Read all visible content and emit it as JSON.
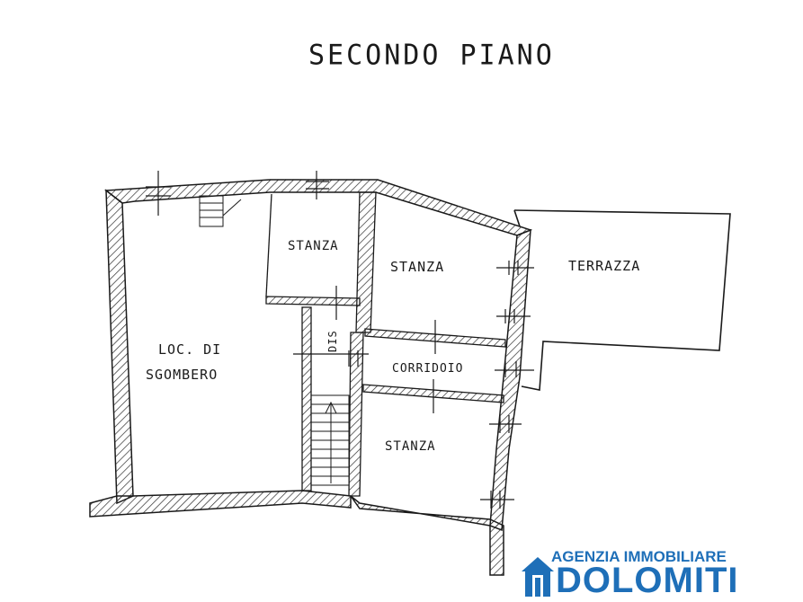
{
  "title": "SECONDO PIANO",
  "rooms": {
    "loc_sgombero_line1": "LOC. DI",
    "loc_sgombero_line2": "SGOMBERO",
    "stanza_small": "STANZA",
    "stanza_top": "STANZA",
    "terrazza": "TERRAZZA",
    "corridoio": "CORRIDOIO",
    "dis": "DIS",
    "stanza_bottom": "STANZA"
  },
  "logo": {
    "line1": "AGENZIA IMMOBILIARE",
    "line2": "DOLOMITI",
    "color": "#1e6fb8"
  },
  "colors": {
    "ink": "#1a1a1a",
    "hatch": "#2a2a2a"
  }
}
